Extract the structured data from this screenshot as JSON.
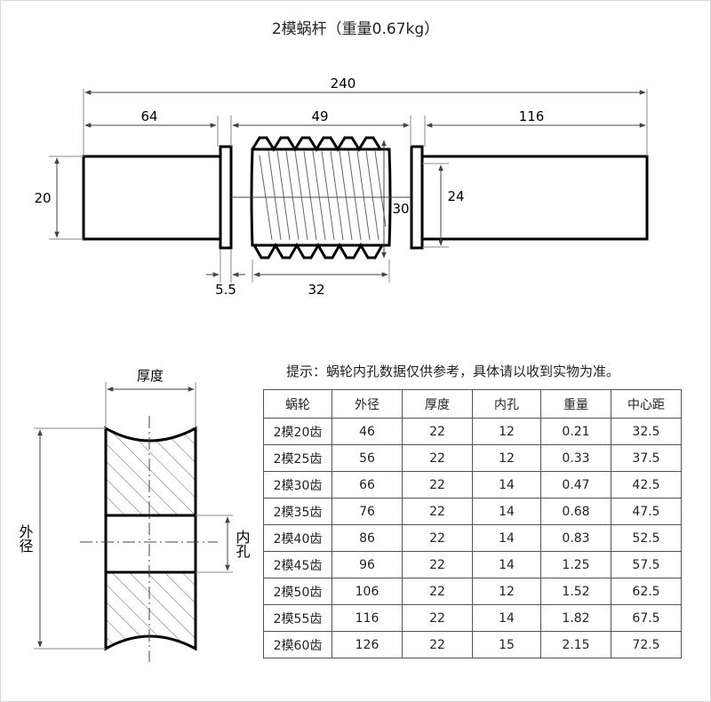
{
  "title": "2模蜗杆（重量0.67kg）",
  "worm": {
    "dim_total": "240",
    "dim_left": "64",
    "dim_middle": "49",
    "dim_right": "116",
    "dim_shaft_dia": "20",
    "dim_outer_dia": "30",
    "dim_root_dia": "24",
    "dim_collar": "5.5",
    "dim_thread_len": "32"
  },
  "gear": {
    "label_thickness": "厚度",
    "label_outer": "外径",
    "label_bore": "内孔"
  },
  "note": "提示：蜗轮内孔数据仅供参考，具体请以收到实物为准。",
  "table": {
    "headers": [
      "蜗轮",
      "外径",
      "厚度",
      "内孔",
      "重量",
      "中心距"
    ],
    "rows": [
      [
        "2模20齿",
        "46",
        "22",
        "12",
        "0.21",
        "32.5"
      ],
      [
        "2模25齿",
        "56",
        "22",
        "12",
        "0.33",
        "37.5"
      ],
      [
        "2模30齿",
        "66",
        "22",
        "14",
        "0.47",
        "42.5"
      ],
      [
        "2模35齿",
        "76",
        "22",
        "14",
        "0.68",
        "47.5"
      ],
      [
        "2模40齿",
        "86",
        "22",
        "14",
        "0.83",
        "52.5"
      ],
      [
        "2模45齿",
        "96",
        "22",
        "14",
        "1.25",
        "57.5"
      ],
      [
        "2模50齿",
        "106",
        "22",
        "12",
        "1.52",
        "62.5"
      ],
      [
        "2模55齿",
        "116",
        "22",
        "14",
        "1.82",
        "67.5"
      ],
      [
        "2模60齿",
        "126",
        "22",
        "15",
        "2.15",
        "72.5"
      ]
    ]
  }
}
